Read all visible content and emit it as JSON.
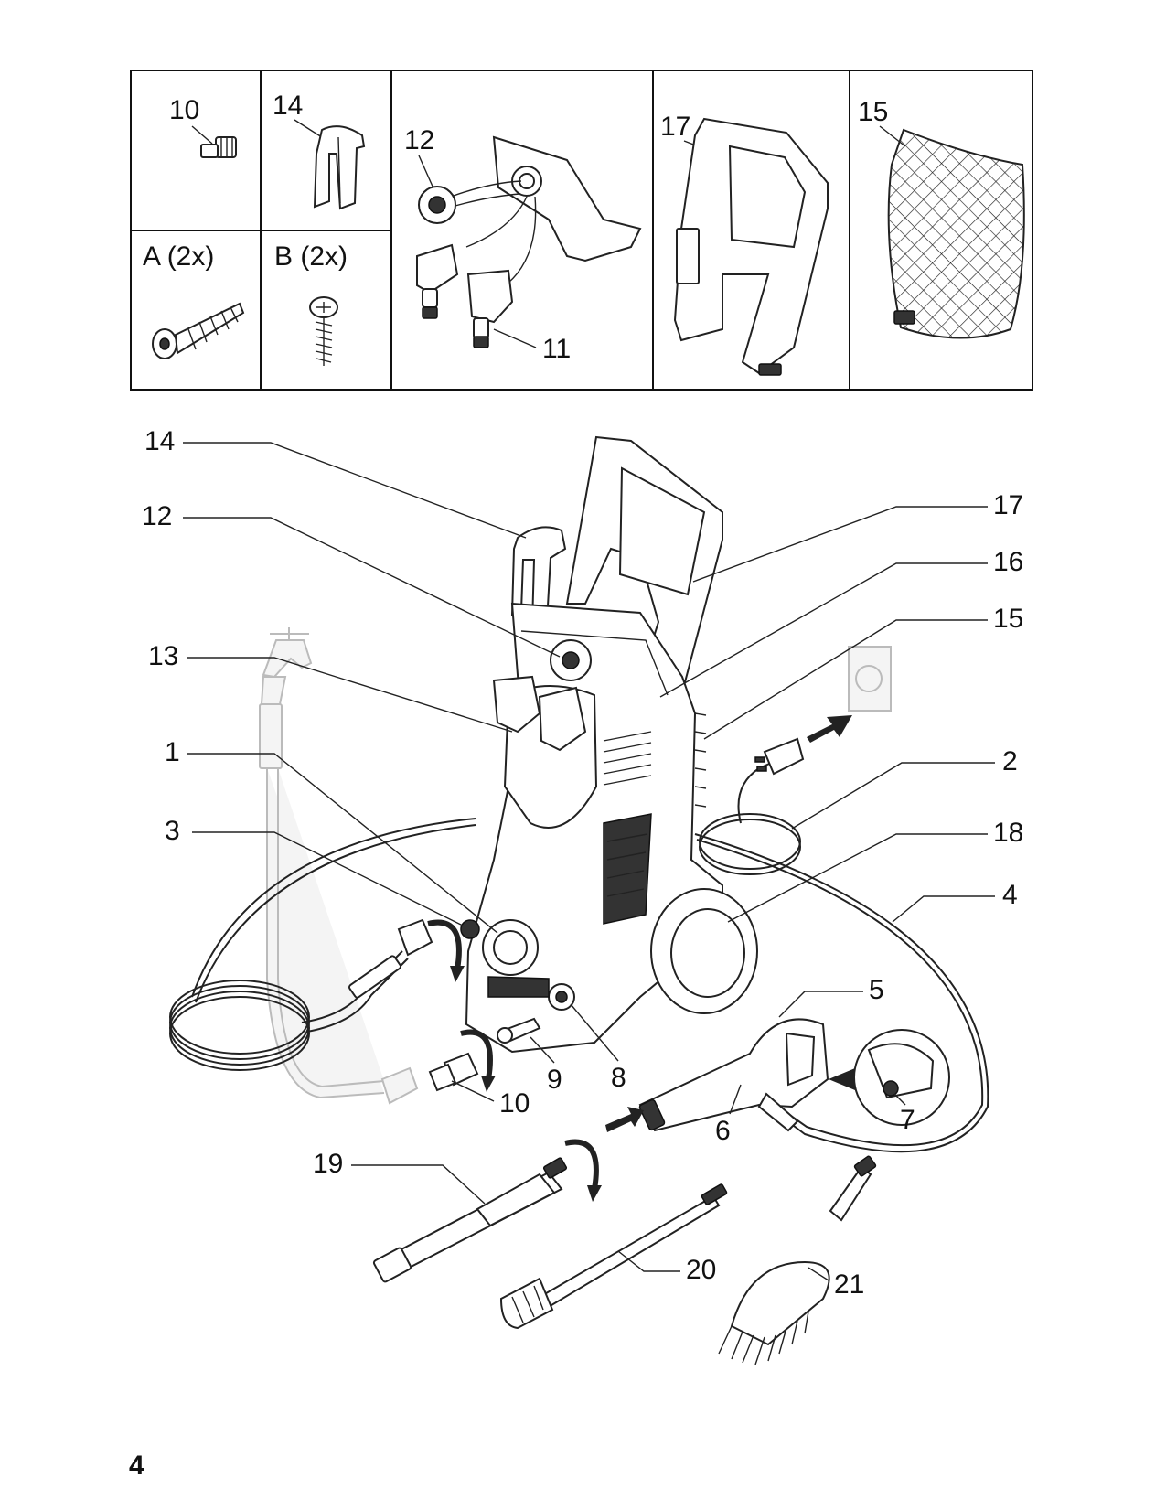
{
  "page_number": "4",
  "parts_box": {
    "cells": [
      {
        "id": "c10",
        "label": "10"
      },
      {
        "id": "c14",
        "label": "14"
      },
      {
        "id": "c12",
        "label": "12"
      },
      {
        "id": "c11",
        "label": "11"
      },
      {
        "id": "c17",
        "label": "17"
      },
      {
        "id": "c15",
        "label": "15"
      },
      {
        "id": "cA",
        "label": "A (2x)"
      },
      {
        "id": "cB",
        "label": "B (2x)"
      }
    ]
  },
  "callouts": {
    "n14": "14",
    "n12": "12",
    "n13": "13",
    "n1": "1",
    "n3": "3",
    "n17": "17",
    "n16": "16",
    "n15": "15",
    "n2": "2",
    "n18": "18",
    "n4": "4",
    "n5": "5",
    "n7": "7",
    "n6": "6",
    "n9": "9",
    "n8": "8",
    "n10": "10",
    "n19": "19",
    "n20": "20",
    "n21": "21"
  }
}
